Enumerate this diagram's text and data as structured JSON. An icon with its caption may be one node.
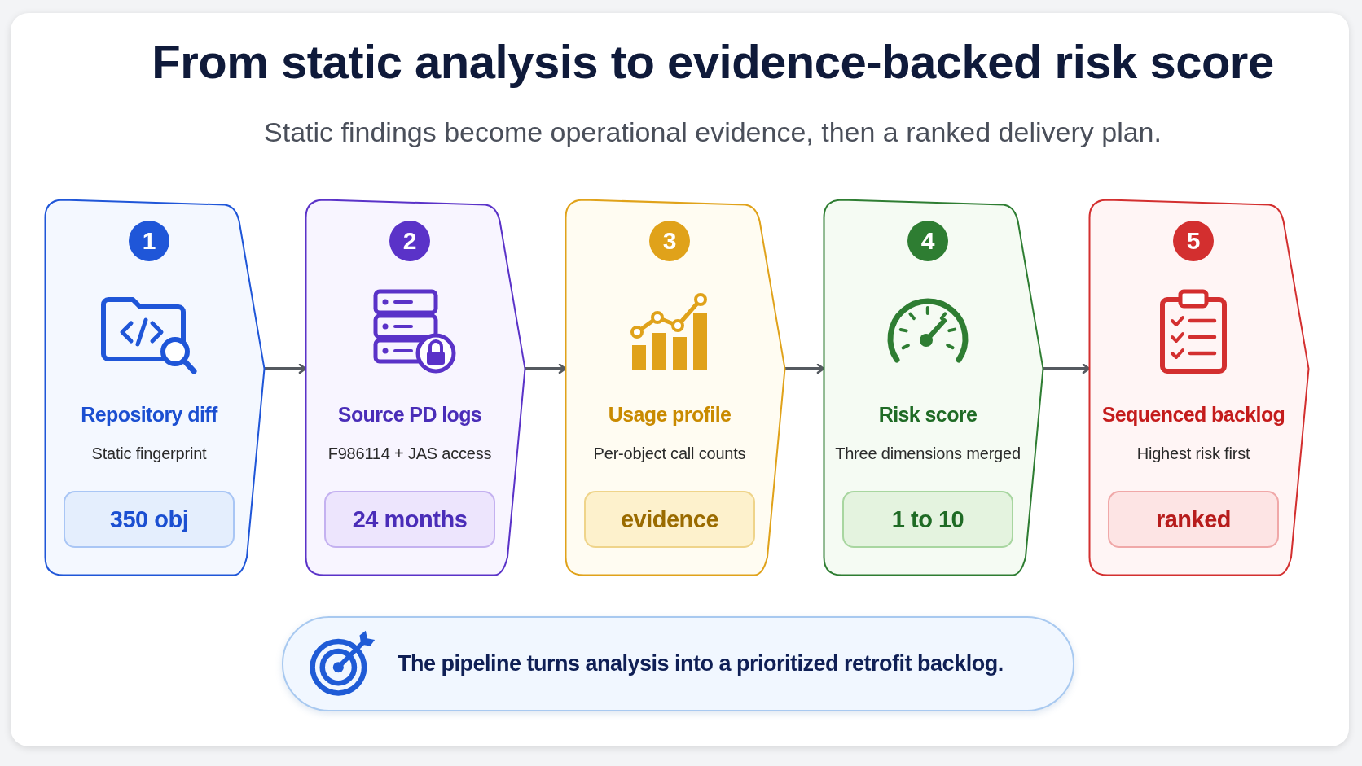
{
  "diagram": {
    "title": "From static analysis to evidence-backed risk score",
    "nodes": [
      {
        "text": [
          "Repository diff",
          "Static fingerprint"
        ]
      },
      {
        "text": [
          "1"
        ],
        "in": 0
      },
      {
        "text": [
          "350 obj"
        ],
        "in": 0
      },
      {
        "text": [
          "Source PD logs",
          "F986114 + JAS access"
        ]
      },
      {
        "text": [
          "2"
        ],
        "in": 3
      },
      {
        "text": [
          "24 months"
        ],
        "in": 3
      },
      {
        "text": [
          "Usage profile",
          "Per-object call counts"
        ]
      },
      {
        "text": [
          "3"
        ],
        "in": 6
      },
      {
        "text": [
          "evidence"
        ],
        "in": 6
      },
      {
        "text": [
          "Risk score",
          "Three dimensions merged"
        ]
      },
      {
        "text": [
          "4"
        ],
        "in": 9
      },
      {
        "text": [
          "1 to 10"
        ],
        "in": 9
      },
      {
        "text": [
          "Sequenced backlog",
          "Highest risk first"
        ]
      },
      {
        "text": [
          "5"
        ],
        "in": 12
      },
      {
        "text": [
          "ranked"
        ],
        "in": 12
      },
      {
        "text": [
          "The pipeline turns analysis into a prioritized retrofit backlog."
        ]
      }
    ],
    "edges": [
      {
        "from": 0,
        "to": 3,
        "arrow": "to"
      },
      {
        "from": 3,
        "to": 6,
        "arrow": "to"
      },
      {
        "from": 6,
        "to": 9,
        "arrow": "to"
      },
      {
        "from": 9,
        "to": 12,
        "arrow": "to"
      }
    ],
    "labels": [
      "Static findings become operational evidence, then a ranked delivery plan."
    ]
  }
}
